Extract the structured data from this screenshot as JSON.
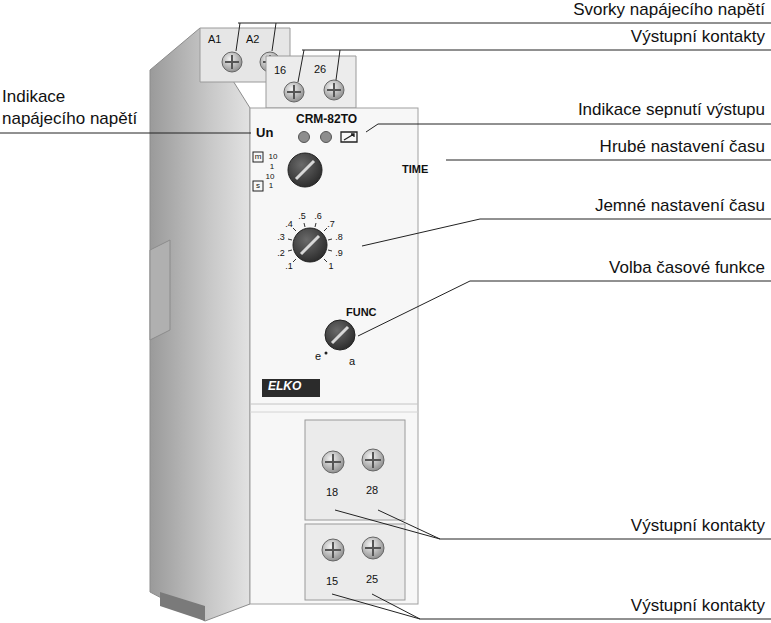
{
  "diagram": {
    "labels": [
      "Svorky napájecího napětí",
      "Výstupní kontakty",
      "Indikace napájecího napětí",
      "Indikace sepnutí výstupu",
      "Hrubé nastavení času",
      "Jemné nastavení času",
      "Volba časové funkce",
      "Výstupní kontakty",
      "Výstupní kontakty",
      "A1",
      "A2",
      "16",
      "26",
      "CRM-82TO",
      "Un",
      "TIME",
      "m",
      "10",
      "1",
      "10",
      "s",
      "1",
      ".1",
      ".2",
      ".3",
      ".4",
      ".5",
      ".6",
      ".7",
      ".8",
      ".9",
      "1",
      "FUNC",
      "e",
      "a",
      "ELKO",
      "18",
      "28",
      "15",
      "25"
    ]
  }
}
